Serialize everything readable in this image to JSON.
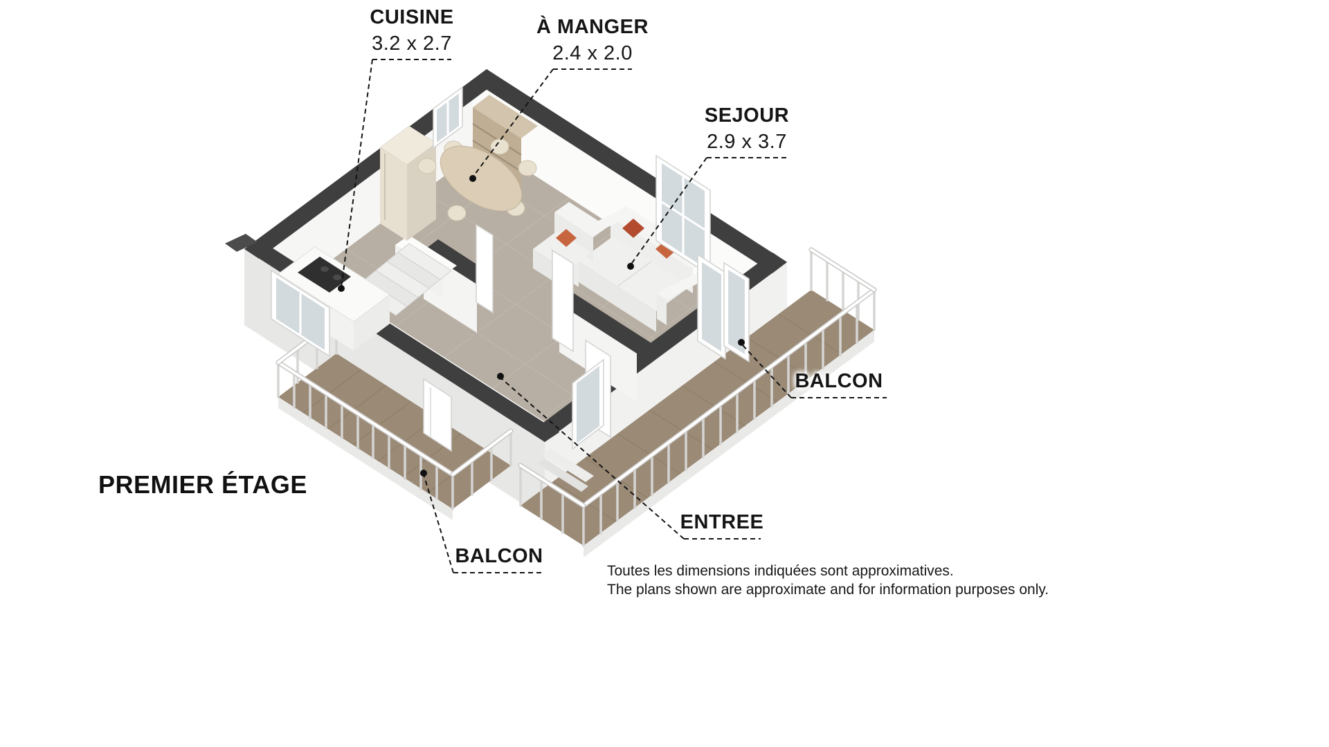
{
  "floor_title": "PREMIER ÉTAGE",
  "labels": {
    "cuisine": {
      "title": "CUISINE",
      "dims": "3.2 x 2.7"
    },
    "a_manger": {
      "title": "À MANGER",
      "dims": "2.4 x 2.0"
    },
    "sejour": {
      "title": "SEJOUR",
      "dims": "2.9 x 3.7"
    },
    "balcon_right": {
      "title": "BALCON"
    },
    "balcon_bottom": {
      "title": "BALCON"
    },
    "entree": {
      "title": "ENTREE"
    }
  },
  "disclaimer": {
    "line1": "Toutes les dimensions indiquées sont approximatives.",
    "line2": "The plans shown are approximate and for information purposes only."
  },
  "colors": {
    "wall_top": "#3f3f3f",
    "floor_tile": "#b7afa4",
    "deck_wood": "#9a8a76",
    "leader": "#141414",
    "cushion_primary": "#b34b2e",
    "cushion_secondary": "#c7653f",
    "railing": "#ffffff"
  }
}
